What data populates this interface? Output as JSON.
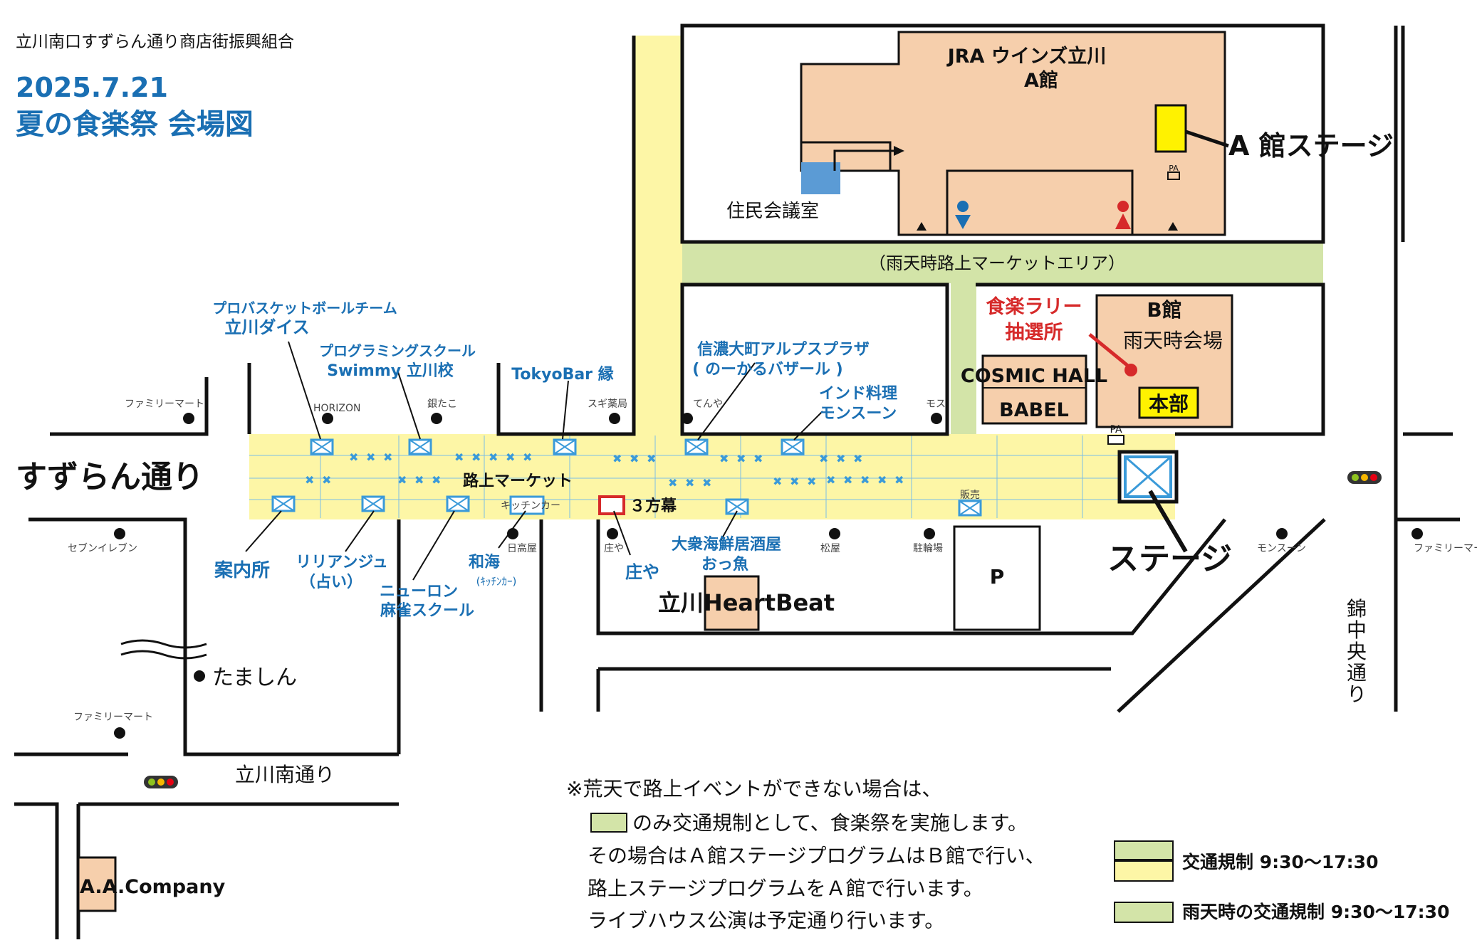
{
  "header": {
    "org": "立川南口すずらん通り商店街振興組合",
    "date": "2025.7.21",
    "title": "夏の食楽祭 会場図"
  },
  "colors": {
    "road_yellow": "#fdf6a6",
    "regulated_green": "#d3e4a8",
    "building_peach": "#f6cfac",
    "title_blue": "#1a6fb3",
    "rally_red": "#d62a2a",
    "stage_yellow": "#fff200",
    "booth_blue": "#3a9ad9"
  },
  "buildings": {
    "jra_a_line1": "JRA ウインズ立川",
    "jra_a_line2": "A館",
    "a_stage": "A 館ステージ",
    "pa": "PA",
    "juumin": "住民会議室",
    "rain_market": "（雨天時路上マーケットエリア）",
    "b_kan": "B館",
    "b_rain": "雨天時会場",
    "honbu": "本部",
    "rally_line1": "食楽ラリー",
    "rally_line2": "抽選所",
    "cosmic": "COSMIC HALL",
    "babel": "BABEL",
    "heartbeat": "立川HeartBeat",
    "parking": "P",
    "aa_company": "A.A.Company",
    "tamashin": "たましん"
  },
  "streets": {
    "suzuran": "すずらん通り",
    "tachikawa_minami": "立川南通り",
    "kinchuo_1": "錦",
    "kinchuo_2": "中",
    "kinchuo_3": "央",
    "kinchuo_4": "通",
    "kinchuo_5": "り"
  },
  "market": {
    "label": "路上マーケット",
    "stage": "ステージ",
    "kitchen_car": "キッチンカー",
    "sanpomaku": "３方幕",
    "hanbai": "販売",
    "pa": "PA"
  },
  "shops": {
    "familymart_nw": "ファミリーマート",
    "horizon": "HORIZON",
    "gindako": "銀たこ",
    "sugi": "スギ薬局",
    "tenya": "てんや",
    "mos": "モス",
    "seven": "セブンイレブン",
    "hidakaya": "日高屋",
    "shoya_small": "庄や",
    "matsuya": "松屋",
    "churinjo": "駐輪場",
    "monsoon_small": "モンスーン",
    "familymart_e": "ファミリーマート",
    "familymart_sw": "ファミリーマート"
  },
  "booths": {
    "dice_line1": "プロバスケットボールチーム",
    "dice_line2": "立川ダイス",
    "swimmy_line1": "プログラミングスクール",
    "swimmy_line2": "Swimmy 立川校",
    "tokyobar": "TokyoBar 縁",
    "shinano_line1": "信濃大町アルプスプラザ",
    "shinano_line2": "( のーかるバザール )",
    "indo_line1": "インド料理",
    "indo_line2": "モンスーン",
    "annaijo": "案内所",
    "lily_line1": "リリアンジュ",
    "lily_line2": "（占い）",
    "newron_line1": "ニューロン",
    "newron_line2": "麻雀スクール",
    "wakai_line1": "和海",
    "wakai_line2": "(ｷｯﾁﾝｶｰ)",
    "shoya": "庄や",
    "ottsu_line1": "大衆海鮮居酒屋",
    "ottsu_line2": "おっ魚"
  },
  "notes": {
    "line1": "※荒天で路上イベントができない場合は、",
    "line2": "のみ交通規制として、食楽祭を実施します。",
    "line3": "その場合はＡ館ステージプログラムはＢ館で行い、",
    "line4": "路上ステージプログラムをＡ館で行います。",
    "line5": "ライブハウス公演は予定通り行います。"
  },
  "legend": {
    "regulation": "交通規制 9:30〜17:30",
    "rain_regulation": "雨天時の交通規制 9:30〜17:30"
  }
}
